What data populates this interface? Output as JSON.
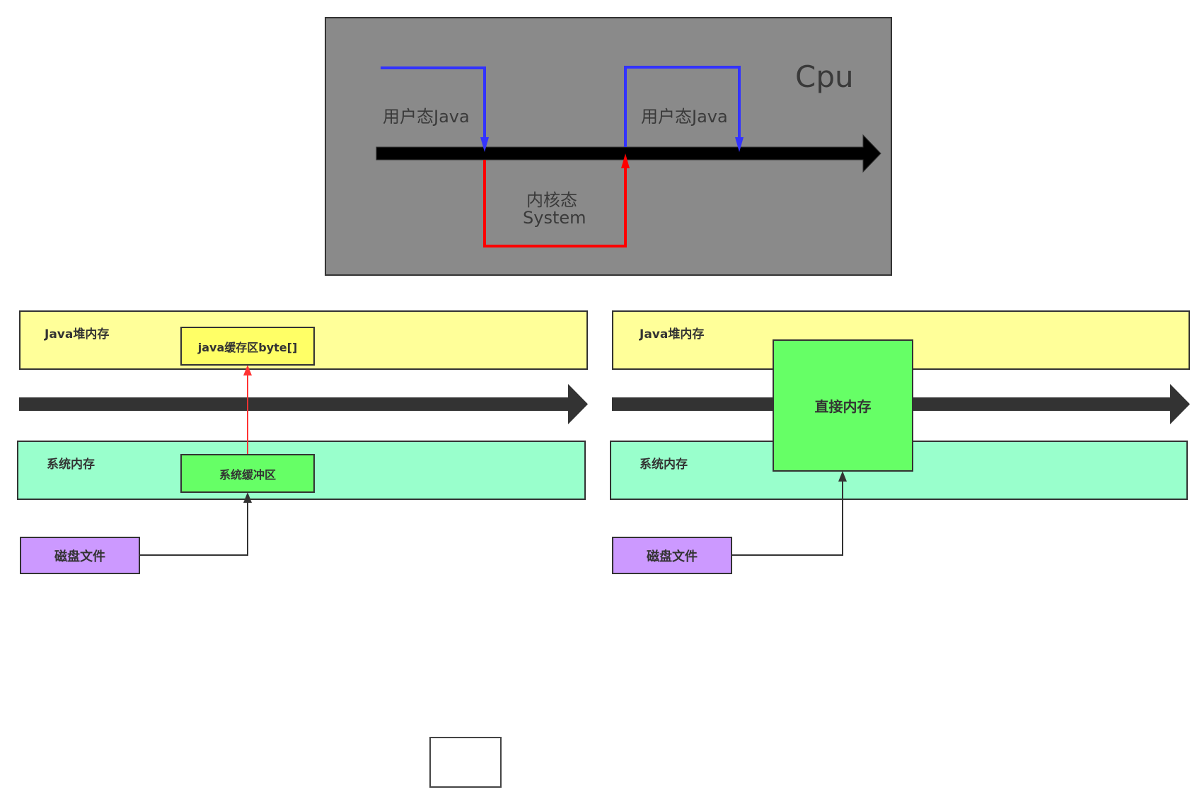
{
  "cpu_diagram": {
    "title": "Cpu",
    "user_mode_label_1": "用户态Java",
    "user_mode_label_2": "用户态Java",
    "kernel_mode_label": "内核态",
    "kernel_mode_sublabel": "System",
    "colors": {
      "background": "#8a8a8a",
      "user_path": "#3333ff",
      "kernel_path": "#ff0000",
      "timeline": "#000000"
    }
  },
  "left_diagram": {
    "heap_band_label": "Java堆内存",
    "java_buffer_label": "java缓存区byte[]",
    "system_band_label": "系统内存",
    "system_buffer_label": "系统缓冲区",
    "disk_file_label": "磁盘文件",
    "colors": {
      "heap": "#ffff99",
      "java_buffer": "#ffff66",
      "system": "#99ffcc",
      "system_buffer": "#66ff66",
      "disk": "#cc99ff",
      "copy_arrow": "#ff3333",
      "read_arrow": "#333333"
    }
  },
  "right_diagram": {
    "heap_band_label": "Java堆内存",
    "direct_memory_label": "直接内存",
    "system_band_label": "系统内存",
    "disk_file_label": "磁盘文件",
    "colors": {
      "heap": "#ffff99",
      "direct_memory": "#66ff66",
      "system": "#99ffcc",
      "disk": "#cc99ff",
      "read_arrow": "#333333"
    }
  },
  "extra_box": {
    "label": ""
  }
}
